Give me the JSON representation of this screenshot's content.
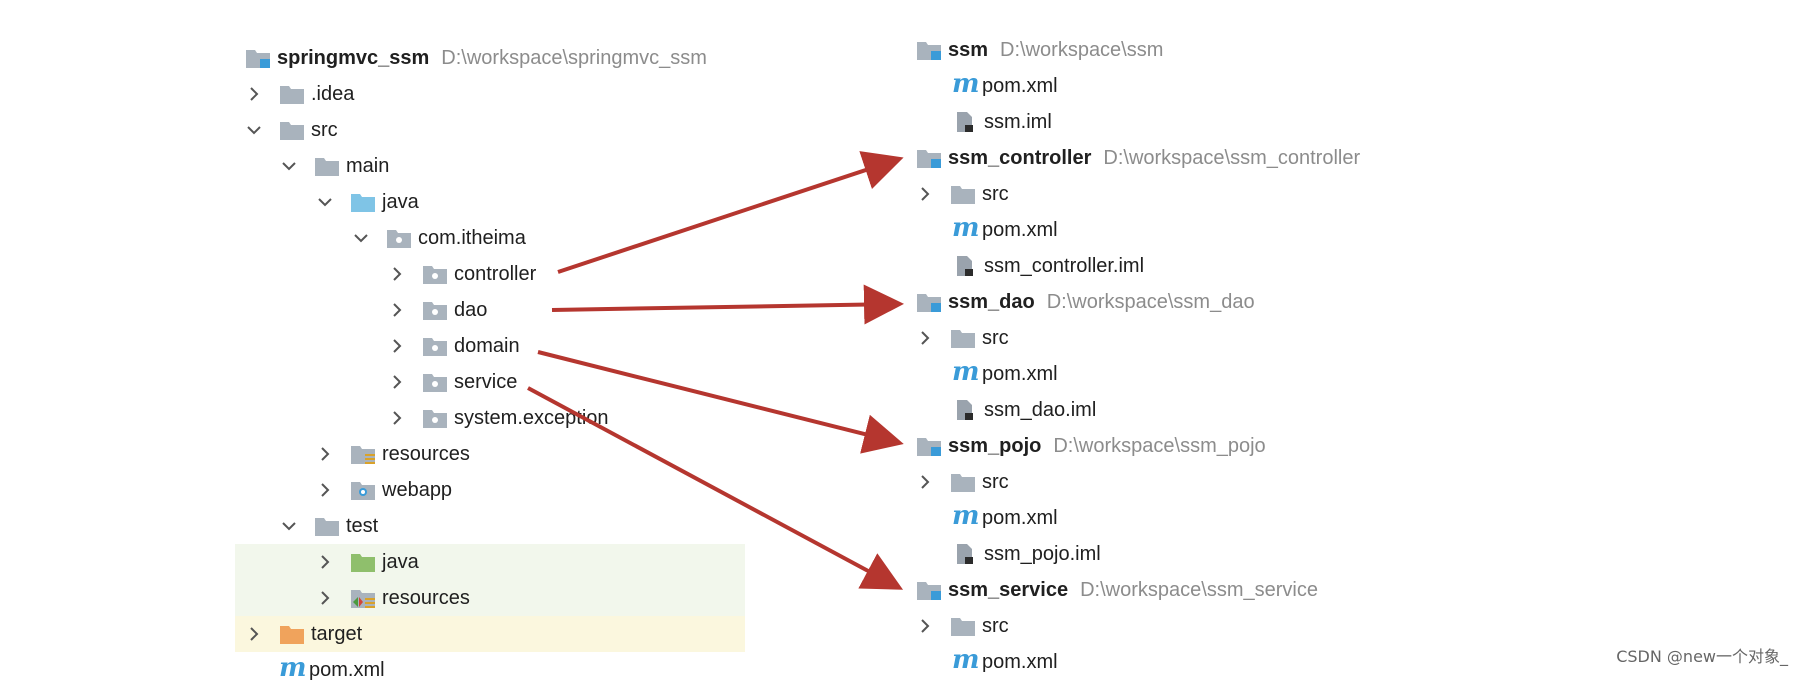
{
  "left_tree": {
    "root": {
      "name": "springmvc_ssm",
      "path": "D:\\workspace\\springmvc_ssm"
    },
    "idea": ".idea",
    "src": "src",
    "main": "main",
    "java": "java",
    "package": "com.itheima",
    "controller": "controller",
    "dao": "dao",
    "domain": "domain",
    "service": "service",
    "system_exception": "system.exception",
    "resources": "resources",
    "webapp": "webapp",
    "test": "test",
    "test_java": "java",
    "test_resources": "resources",
    "target": "target",
    "pom": "pom.xml"
  },
  "right_tree": {
    "ssm": {
      "name": "ssm",
      "path": "D:\\workspace\\ssm",
      "pom": "pom.xml",
      "iml": "ssm.iml"
    },
    "ssm_controller": {
      "name": "ssm_controller",
      "path": "D:\\workspace\\ssm_controller",
      "src": "src",
      "pom": "pom.xml",
      "iml": "ssm_controller.iml"
    },
    "ssm_dao": {
      "name": "ssm_dao",
      "path": "D:\\workspace\\ssm_dao",
      "src": "src",
      "pom": "pom.xml",
      "iml": "ssm_dao.iml"
    },
    "ssm_pojo": {
      "name": "ssm_pojo",
      "path": "D:\\workspace\\ssm_pojo",
      "src": "src",
      "pom": "pom.xml",
      "iml": "ssm_pojo.iml"
    },
    "ssm_service": {
      "name": "ssm_service",
      "path": "D:\\workspace\\ssm_service",
      "src": "src",
      "pom": "pom.xml"
    }
  },
  "watermark": "CSDN @new一个对象_",
  "colors": {
    "arrow": "#b5362f",
    "folder": "#a9b3bd",
    "java_folder": "#7fc4e6",
    "test_folder": "#8fbf6c",
    "target_folder": "#f0a35c",
    "m_icon": "#3a9bd8"
  }
}
